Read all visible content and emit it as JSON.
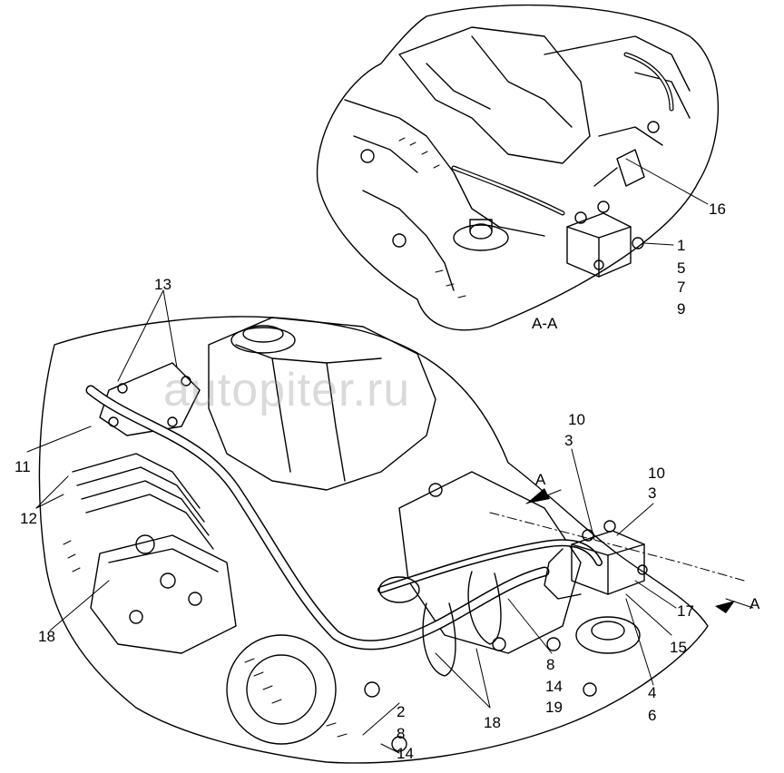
{
  "watermark": "autopiter.ru",
  "section_title": "A-A",
  "section_marker": "A",
  "callouts": {
    "c16": "16",
    "c1": "1",
    "c5": "5",
    "c7": "7",
    "c9": "9",
    "c13": "13",
    "c11": "11",
    "c12": "12",
    "c18a": "18",
    "c10a": "10",
    "c3a": "3",
    "c10b": "10",
    "c3b": "3",
    "c17": "17",
    "c15": "15",
    "c4": "4",
    "c6": "6",
    "c8a": "8",
    "c14a": "14",
    "c19": "19",
    "c18b": "18",
    "c2": "2",
    "c8b": "8",
    "c14b": "14"
  },
  "colors": {
    "ink": "#000000",
    "paper": "#ffffff",
    "watermark": "#969696"
  }
}
